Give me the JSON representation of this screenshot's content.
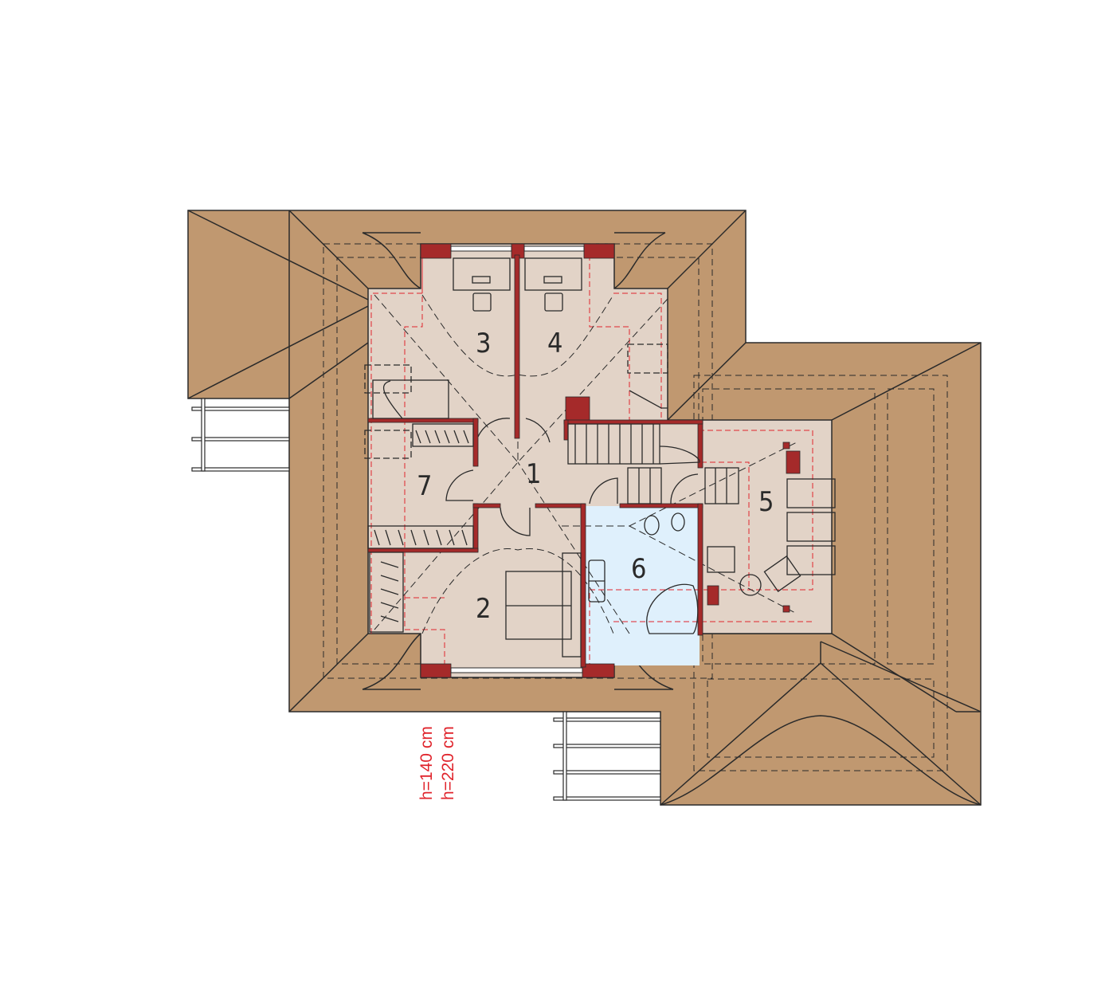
{
  "plan": {
    "rooms": [
      {
        "number": "1"
      },
      {
        "number": "2"
      },
      {
        "number": "3"
      },
      {
        "number": "4"
      },
      {
        "number": "5"
      },
      {
        "number": "6"
      },
      {
        "number": "7"
      }
    ],
    "height_labels": [
      "h=140 cm",
      "h=220 cm"
    ]
  },
  "colors": {
    "roof": "#c09870",
    "floor": "#e2d3c7",
    "bathroom": "#dff0fc",
    "walls": "#a52a2a",
    "lines": "#2a2a2a",
    "height_lines": "#e0242c"
  }
}
